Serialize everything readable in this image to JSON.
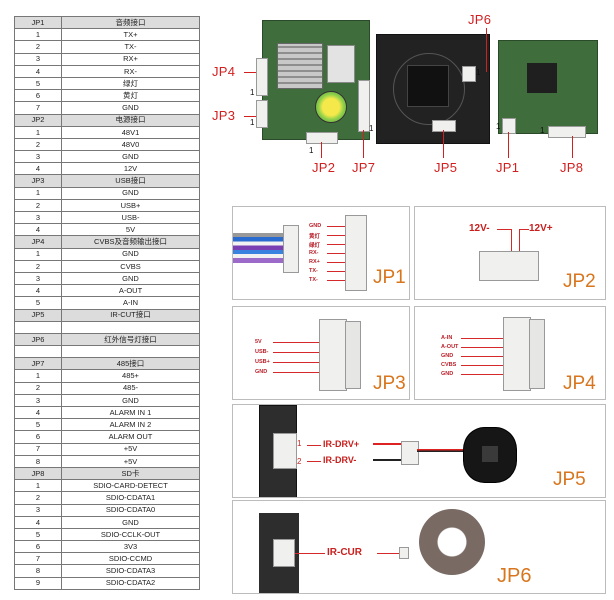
{
  "pin_table": {
    "rows": [
      {
        "kind": "header",
        "id": "JP1",
        "desc": "音频接口"
      },
      {
        "kind": "pin",
        "num": "1",
        "name": "TX+"
      },
      {
        "kind": "pin",
        "num": "2",
        "name": "TX-"
      },
      {
        "kind": "pin",
        "num": "3",
        "name": "RX+"
      },
      {
        "kind": "pin",
        "num": "4",
        "name": "RX-"
      },
      {
        "kind": "pin",
        "num": "5",
        "name": "绿灯"
      },
      {
        "kind": "pin",
        "num": "6",
        "name": "黄灯"
      },
      {
        "kind": "pin",
        "num": "7",
        "name": "GND"
      },
      {
        "kind": "header",
        "id": "JP2",
        "desc": "电源接口"
      },
      {
        "kind": "pin",
        "num": "1",
        "name": "48V1"
      },
      {
        "kind": "pin",
        "num": "2",
        "name": "48V0"
      },
      {
        "kind": "pin",
        "num": "3",
        "name": "GND"
      },
      {
        "kind": "pin",
        "num": "4",
        "name": "12V"
      },
      {
        "kind": "header",
        "id": "JP3",
        "desc": "USB接口"
      },
      {
        "kind": "pin",
        "num": "1",
        "name": "GND"
      },
      {
        "kind": "pin",
        "num": "2",
        "name": "USB+"
      },
      {
        "kind": "pin",
        "num": "3",
        "name": "USB-"
      },
      {
        "kind": "pin",
        "num": "4",
        "name": "5V"
      },
      {
        "kind": "header",
        "id": "JP4",
        "desc": "CVBS及音频输出接口"
      },
      {
        "kind": "pin",
        "num": "1",
        "name": "GND"
      },
      {
        "kind": "pin",
        "num": "2",
        "name": "CVBS"
      },
      {
        "kind": "pin",
        "num": "3",
        "name": "GND"
      },
      {
        "kind": "pin",
        "num": "4",
        "name": "A-OUT"
      },
      {
        "kind": "pin",
        "num": "5",
        "name": "A-IN"
      },
      {
        "kind": "header",
        "id": "JP5",
        "desc": "IR-CUT接口"
      },
      {
        "kind": "blank",
        "num": "",
        "name": ""
      },
      {
        "kind": "header",
        "id": "JP6",
        "desc": "红外信号灯接口"
      },
      {
        "kind": "blank",
        "num": "",
        "name": ""
      },
      {
        "kind": "header",
        "id": "JP7",
        "desc": "485接口"
      },
      {
        "kind": "pin",
        "num": "1",
        "name": "485+"
      },
      {
        "kind": "pin",
        "num": "2",
        "name": "485-"
      },
      {
        "kind": "pin",
        "num": "3",
        "name": "GND"
      },
      {
        "kind": "pin",
        "num": "4",
        "name": "ALARM IN 1"
      },
      {
        "kind": "pin",
        "num": "5",
        "name": "ALARM IN 2"
      },
      {
        "kind": "pin",
        "num": "6",
        "name": "ALARM OUT"
      },
      {
        "kind": "pin",
        "num": "7",
        "name": "+5V"
      },
      {
        "kind": "pin",
        "num": "8",
        "name": "+5V"
      },
      {
        "kind": "header",
        "id": "JP8",
        "desc": "SD卡"
      },
      {
        "kind": "pin",
        "num": "1",
        "name": "SDIO-CARD-DETECT"
      },
      {
        "kind": "pin",
        "num": "2",
        "name": "SDIO-CDATA1"
      },
      {
        "kind": "pin",
        "num": "3",
        "name": "SDIO-CDATA0"
      },
      {
        "kind": "pin",
        "num": "4",
        "name": "GND"
      },
      {
        "kind": "pin",
        "num": "5",
        "name": "SDIO-CCLK-OUT"
      },
      {
        "kind": "pin",
        "num": "6",
        "name": "3V3"
      },
      {
        "kind": "pin",
        "num": "7",
        "name": "SDIO-CCMD"
      },
      {
        "kind": "pin",
        "num": "8",
        "name": "SDIO-CDATA3"
      },
      {
        "kind": "pin",
        "num": "9",
        "name": "SDIO-CDATA2"
      }
    ]
  },
  "board_labels": {
    "jp1": "JP1",
    "jp2": "JP2",
    "jp3": "JP3",
    "jp4": "JP4",
    "jp5": "JP5",
    "jp6": "JP6",
    "jp7": "JP7",
    "jp8": "JP8",
    "pin_one": "1"
  },
  "panels": {
    "jp1": {
      "title": "JP1",
      "wires": [
        "GND",
        "黄灯",
        "绿灯",
        "RX-",
        "RX+",
        "TX-",
        "TX-"
      ]
    },
    "jp2": {
      "title": "JP2",
      "left": "12V-",
      "right": "12V+"
    },
    "jp3": {
      "title": "JP3",
      "wires": [
        "5V",
        "USB-",
        "USB+",
        "GND"
      ]
    },
    "jp4": {
      "title": "JP4",
      "wires": [
        "A-IN",
        "A-OUT",
        "GND",
        "CVBS",
        "GND"
      ]
    },
    "jp5": {
      "title": "JP5",
      "wires": [
        "IR-DRV+",
        "IR-DRV-"
      ],
      "pin_numbers": [
        "1",
        "2"
      ]
    },
    "jp6": {
      "title": "JP6",
      "wire": "IR-CUR"
    }
  },
  "colors": {
    "accent_red": "#d21f1f",
    "title_orange": "#d8751d"
  }
}
